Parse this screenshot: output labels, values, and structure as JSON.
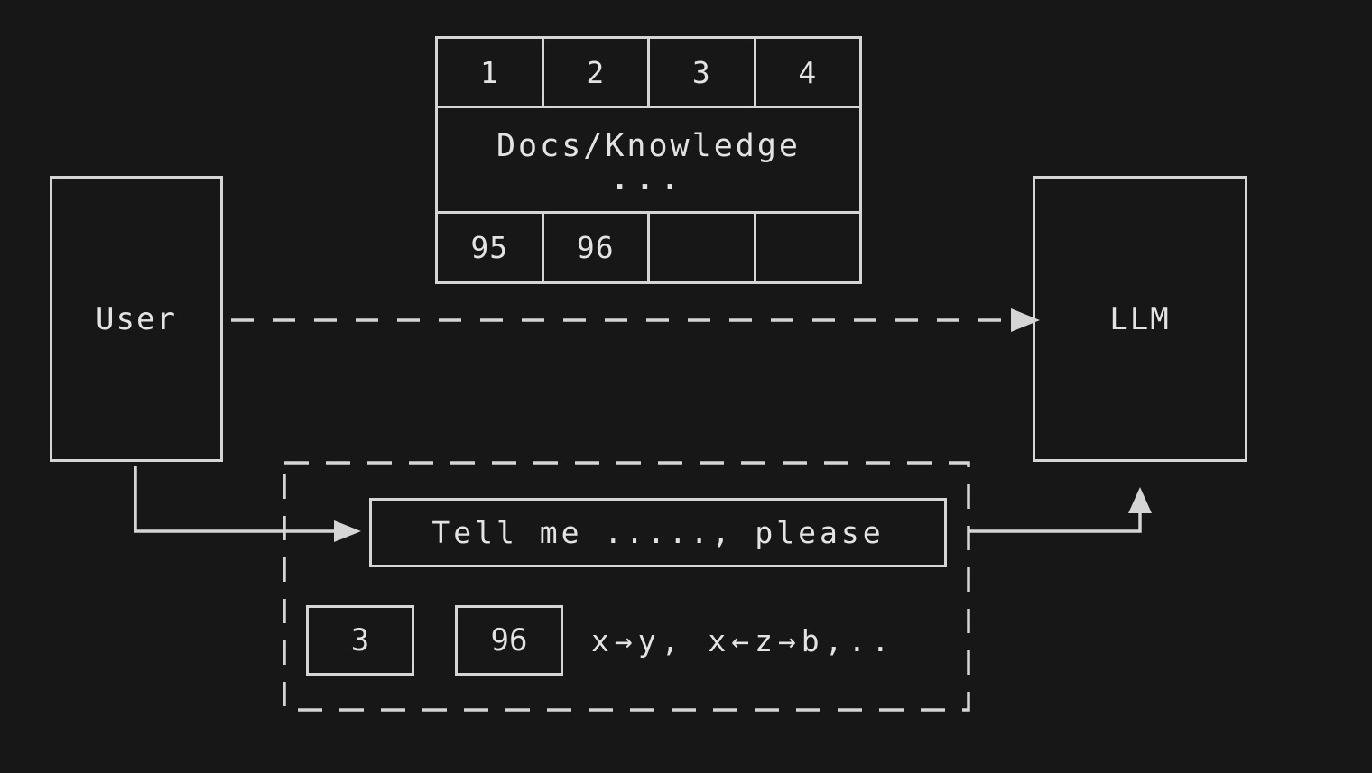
{
  "theme": {
    "background": "#171717",
    "stroke": "#d5d5d5",
    "text": "#e3e3e3"
  },
  "knowledge_table": {
    "top_cells": [
      "1",
      "2",
      "3",
      "4"
    ],
    "body_label": "Docs/Knowledge",
    "body_ellipsis": "...",
    "bottom_cells": [
      "95",
      "96",
      "",
      ""
    ]
  },
  "nodes": {
    "user_label": "User",
    "llm_label": "LLM"
  },
  "prompt_group": {
    "prompt_text": "Tell me ....., please",
    "chunk_left": "3",
    "chunk_right": "96",
    "relations_text": "x→y, x←z→b,.."
  }
}
